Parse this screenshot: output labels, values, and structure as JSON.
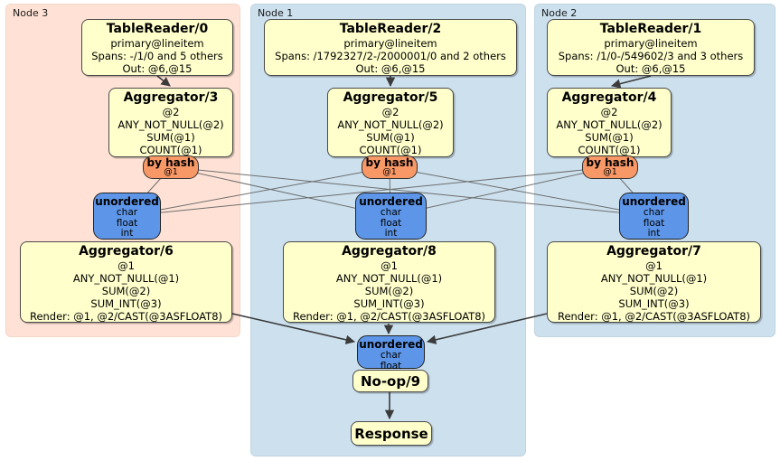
{
  "groups": [
    {
      "label": "Node 3"
    },
    {
      "label": "Node 1"
    },
    {
      "label": "Node 2"
    }
  ],
  "processors": {
    "tablereader0": {
      "title": "TableReader/0",
      "rows": [
        "primary@lineitem",
        "Spans: -/1/0 and 5 others",
        "Out: @6,@15"
      ]
    },
    "tablereader2": {
      "title": "TableReader/2",
      "rows": [
        "primary@lineitem",
        "Spans: /1792327/2-/2000001/0 and 2 others",
        "Out: @6,@15"
      ]
    },
    "tablereader1": {
      "title": "TableReader/1",
      "rows": [
        "primary@lineitem",
        "Spans: /1/0-/549602/3 and 3 others",
        "Out: @6,@15"
      ]
    },
    "aggregator3": {
      "title": "Aggregator/3",
      "rows": [
        "@2",
        "ANY_NOT_NULL(@2)",
        "SUM(@1)",
        "COUNT(@1)"
      ]
    },
    "aggregator5": {
      "title": "Aggregator/5",
      "rows": [
        "@2",
        "ANY_NOT_NULL(@2)",
        "SUM(@1)",
        "COUNT(@1)"
      ]
    },
    "aggregator4": {
      "title": "Aggregator/4",
      "rows": [
        "@2",
        "ANY_NOT_NULL(@2)",
        "SUM(@1)",
        "COUNT(@1)"
      ]
    },
    "aggregator6": {
      "title": "Aggregator/6",
      "rows": [
        "@1",
        "ANY_NOT_NULL(@1)",
        "SUM(@2)",
        "SUM_INT(@3)",
        "Render: @1, @2/CAST(@3ASFLOAT8)"
      ]
    },
    "aggregator8": {
      "title": "Aggregator/8",
      "rows": [
        "@1",
        "ANY_NOT_NULL(@1)",
        "SUM(@2)",
        "SUM_INT(@3)",
        "Render: @1, @2/CAST(@3ASFLOAT8)"
      ]
    },
    "aggregator7": {
      "title": "Aggregator/7",
      "rows": [
        "@1",
        "ANY_NOT_NULL(@1)",
        "SUM(@2)",
        "SUM_INT(@3)",
        "Render: @1, @2/CAST(@3ASFLOAT8)"
      ]
    },
    "noop": {
      "title": "No-op/9"
    },
    "response": {
      "title": "Response"
    }
  },
  "routers": {
    "hash_node3": {
      "title": "by hash",
      "detail": "@1"
    },
    "hash_node1": {
      "title": "by hash",
      "detail": "@1"
    },
    "hash_node2": {
      "title": "by hash",
      "detail": "@1"
    }
  },
  "syncs": {
    "unordered_node3": {
      "title": "unordered",
      "items": [
        "char",
        "float",
        "int"
      ]
    },
    "unordered_node1": {
      "title": "unordered",
      "items": [
        "char",
        "float",
        "int"
      ]
    },
    "unordered_node2": {
      "title": "unordered",
      "items": [
        "char",
        "float",
        "int"
      ]
    },
    "unordered_final": {
      "title": "unordered",
      "items": [
        "char",
        "float"
      ]
    }
  },
  "colors": {
    "node3_bg": "#FFE2D5",
    "node1_bg": "#CCE0EE",
    "node2_bg": "#CCE0EE",
    "processor_bg": "#FFFFCC",
    "router_bg": "#F89867",
    "sync_bg": "#5D96E8",
    "edge_thin": "#6e6e6e",
    "edge_thick": "#3b3b3b"
  }
}
